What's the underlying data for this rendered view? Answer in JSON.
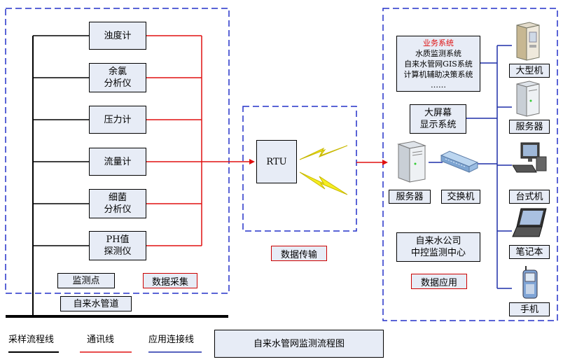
{
  "colors": {
    "dash": "#2430c8",
    "comm": "#e01010",
    "app": "#1f2fa8",
    "box_fill": "#e7ecf6",
    "biz_red": "#e01010"
  },
  "sensors": [
    {
      "line1": "浊度计",
      "line2": ""
    },
    {
      "line1": "余氯",
      "line2": "分析仪"
    },
    {
      "line1": "压力计",
      "line2": ""
    },
    {
      "line1": "流量计",
      "line2": ""
    },
    {
      "line1": "细菌",
      "line2": "分析仪"
    },
    {
      "line1": "PH值",
      "line2": "探测仪"
    }
  ],
  "labels": {
    "monitor_point": "监测点",
    "data_collect": "数据采集",
    "pipeline": "自来水管道",
    "rtu": "RTU",
    "data_transfer": "数据传输",
    "server": "服务器",
    "switch": "交换机",
    "control_center_1": "自来水公司",
    "control_center_2": "中控监测中心",
    "data_app": "数据应用",
    "big_screen_1": "大屏幕",
    "big_screen_2": "显示系统"
  },
  "business": {
    "title": "业务系统",
    "items": [
      "水质监测系统",
      "自来水管网GIS系统",
      "计算机辅助决策系统",
      "……"
    ]
  },
  "devices": [
    "大型机",
    "服务器",
    "台式机",
    "笔记本",
    "手机"
  ],
  "legend": {
    "sample_line": "采样流程线",
    "comm_line": "通讯线",
    "app_line": "应用连接线",
    "title": "自来水管网监测流程图"
  }
}
